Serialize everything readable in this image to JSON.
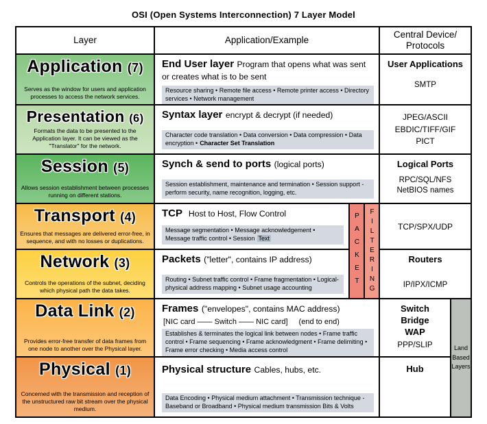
{
  "title": "OSI (Open Systems Interconnection) 7 Layer Model",
  "header": {
    "layer": "Layer",
    "example": "Application/Example",
    "central": "Central Device/\nProtocols"
  },
  "layers": [
    {
      "name": "Application",
      "number": "(7)",
      "description": "Serves as the window for users and application processes to access the network services.",
      "example": {
        "heading": "End User layer",
        "subheading": "Program that opens what was sent or creates what is to be sent",
        "details": "Resource sharing • Remote file access • Remote printer access • Directory services • Network management"
      },
      "central": {
        "bold": "User Applications",
        "normal": "SMTP"
      }
    },
    {
      "name": "Presentation",
      "number": "(6)",
      "description": "Formats the data to be presented to the Application layer. It can be viewed as the \"Translator\" for the network.",
      "example": {
        "heading": "Syntax layer",
        "subheading": "encrypt & decrypt (if needed)",
        "details": "Character code translation • Data conversion • Data compression • Data encryption •",
        "details_bold": "Character Set Translation"
      },
      "central": {
        "normal": "JPEG/ASCII\nEBDIC/TIFF/GIF\nPICT"
      }
    },
    {
      "name": "Session",
      "number": "(5)",
      "description": "Allows session establishment between processes running on different stations.",
      "example": {
        "heading": "Synch & send to ports",
        "subheading": "(logical ports)",
        "details": "Session establishment, maintenance and termination • Session support - perform security, name recognition, logging, etc."
      },
      "central": {
        "bold": "Logical Ports",
        "normal": "RPC/SQL/NFS\nNetBIOS names"
      }
    },
    {
      "name": "Transport",
      "number": "(4)",
      "description": "Ensures that messages are delivered error-free, in sequence, and with no losses or duplications.",
      "example": {
        "heading": "TCP",
        "subheading": "Host to Host, Flow Control",
        "details": "Message segmentation • Message acknowledgement • Message traffic control • Session",
        "details_highlight": "Text"
      },
      "central": {
        "normal": "TCP/SPX/UDP"
      }
    },
    {
      "name": "Network",
      "number": "(3)",
      "description": "Controls the operations of the subnet, deciding which physical path the data takes.",
      "example": {
        "heading": "Packets",
        "subheading": "(\"letter\", contains IP address)",
        "details": "Routing • Subnet traffic control • Frame fragmentation • Logical-physical address mapping • Subnet usage accounting"
      },
      "central": {
        "bold": "Routers",
        "normal": "IP/IPX/ICMP"
      }
    },
    {
      "name": "Data Link",
      "number": "(2)",
      "description": "Provides error-free transfer of data frames from one node to another over the Physical layer.",
      "example": {
        "heading": "Frames",
        "subheading": "(\"envelopes\", contains MAC address)",
        "line2": "[NIC card —— Switch —— NIC card]",
        "line2_right": "(end to end)",
        "details": "Establishes & terminates the logical link between nodes • Frame traffic control • Frame sequencing • Frame acknowledgment • Frame delimiting • Frame error checking • Media access control"
      },
      "central": {
        "bold": "Switch\nBridge\nWAP",
        "normal": "PPP/SLIP"
      }
    },
    {
      "name": "Physical",
      "number": "(1)",
      "description": "Concerned with the transmission and reception of the unstructured raw bit stream over the physical medium.",
      "example": {
        "heading": "Physical structure",
        "subheading": "Cables, hubs, etc.",
        "details": "Data Encoding • Physical medium attachment • Transmission technique - Baseband or Broadband • Physical medium transmission Bits & Volts"
      },
      "central": {
        "bold": "Hub"
      }
    }
  ],
  "strips": {
    "packet": "PACKET",
    "filtering": "FILTERING",
    "land": "Land\nBased\nLayers"
  },
  "colors": {
    "application": "#82c47e",
    "presentation": "#b6d8a5",
    "session": "#54b257",
    "transport": "#f7b843",
    "network": "#fdcf39",
    "data_link": "#fcb040",
    "physical": "#f1913f",
    "details_bg": "#d3d8e1",
    "packet_strip": "#ef8679",
    "filtering_strip": "#f29b8b",
    "land_strip": "#bdc1bc",
    "highlight_bg": "#b3bcc9"
  }
}
